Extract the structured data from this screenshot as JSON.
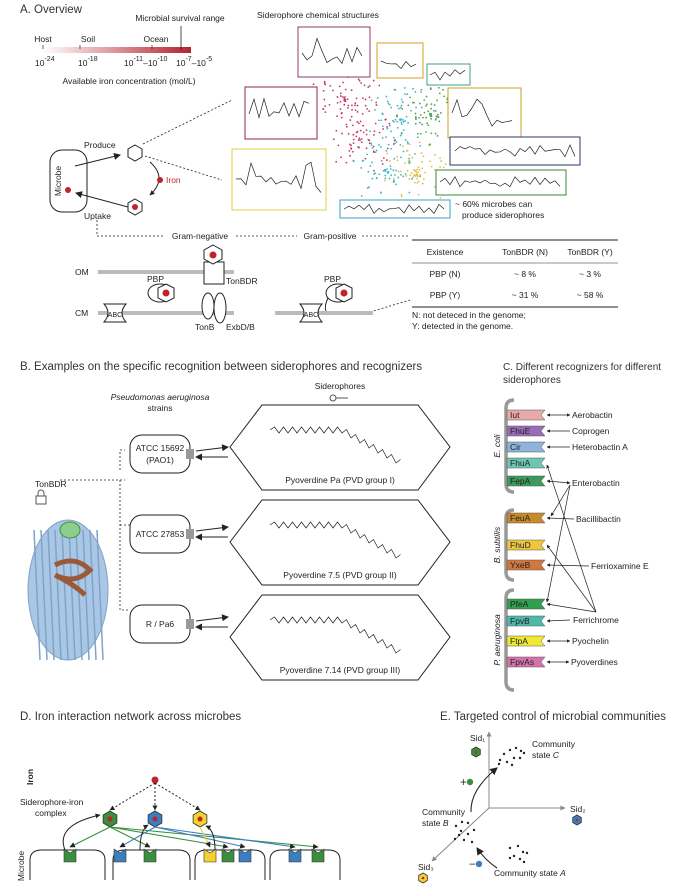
{
  "panelA": {
    "title": "A. Overview",
    "survival_label": "Microbial survival range",
    "habitats": [
      "Host",
      "Soil",
      "Ocean"
    ],
    "ticks": [
      {
        "b1": "10",
        "e1": "-24"
      },
      {
        "b1": "10",
        "e1": "-18"
      },
      {
        "b1": "10",
        "e1": "-11",
        "sep": "–",
        "b2": "10",
        "e2": "-10"
      },
      {
        "b1": "10",
        "e1": "-7",
        "sep": "–",
        "b2": "10",
        "e2": "-5"
      }
    ],
    "axis_label": "Available iron concentration (mol/L)",
    "structures_title": "Siderophore chemical structures",
    "fraction_note_1": "~ 60% microbes can",
    "fraction_note_2": "produce siderophores",
    "microbe": "Microbe",
    "produce": "Produce",
    "uptake": "Uptake",
    "iron": "Iron",
    "gram_negative": "Gram-negative",
    "gram_positive": "Gram-positive",
    "om": "OM",
    "cm": "CM",
    "pbp": "PBP",
    "tonbdr": "TonBDR",
    "abc": "ABC",
    "tonb": "TonB",
    "exbdb": "ExbD/B",
    "table": {
      "headers": [
        "Existence",
        "TonBDR (N)",
        "TonBDR (Y)"
      ],
      "rows": [
        [
          "PBP (N)",
          "~ 8 %",
          "~ 3 %"
        ],
        [
          "PBP (Y)",
          "~ 31 %",
          "~ 58 %"
        ]
      ],
      "note_1": "N: not deteced in the genome;",
      "note_2": "Y: detected in the genome."
    },
    "colors": {
      "iron": "#c0242b",
      "gradient_end": "#b5242f"
    }
  },
  "panelB": {
    "title": "B. Examples on the specific recognition between siderophores and recognizers",
    "siderophores_label": "Siderophores",
    "species_1": "Pseudomonas aeruginosa",
    "species_2": "strains",
    "tonbdr": "TonBDR",
    "strains": [
      {
        "l1": "ATCC 15692",
        "l2": "(PAO1)"
      },
      {
        "l1": "ATCC 27853",
        "l2": ""
      },
      {
        "l1": "R / Pa6",
        "l2": ""
      }
    ],
    "pyoverdines": [
      "Pyoverdine Pa (PVD group I)",
      "Pyoverdine 7.5 (PVD group II)",
      "Pyoverdine 7.14 (PVD group III)"
    ]
  },
  "panelC": {
    "title_1": "C. Different recognizers for different",
    "title_2": "siderophores",
    "species": [
      "E. coli",
      "B. subtilis",
      "P. aeruginosa"
    ],
    "recognizers": [
      {
        "name": "Iut",
        "color": "#e8a9a9"
      },
      {
        "name": "FhuE",
        "color": "#9a6cb8"
      },
      {
        "name": "Cir",
        "color": "#8fb4dc"
      },
      {
        "name": "FhuA",
        "color": "#6cc6b2"
      },
      {
        "name": "FepA",
        "color": "#3c9b5c"
      },
      {
        "name": "FeuA",
        "color": "#c98a2c"
      },
      {
        "name": "FhuD",
        "color": "#ecc83e"
      },
      {
        "name": "YxeB",
        "color": "#d3763c"
      },
      {
        "name": "PfeA",
        "color": "#2f9f50"
      },
      {
        "name": "FpvB",
        "color": "#4fb9a9"
      },
      {
        "name": "FtpA",
        "color": "#f1e834"
      },
      {
        "name": "FpvAs",
        "color": "#d472ab"
      }
    ],
    "siderophores": [
      "Aerobactin",
      "Coprogen",
      "Heterobactin A",
      "Enterobactin",
      "Bacillibactin",
      "Ferrioxamine E",
      "Ferrichrome",
      "Pyochelin",
      "Pyoverdines"
    ]
  },
  "panelD": {
    "title": "D. Iron interaction network across microbes",
    "iron": "Iron",
    "complex_1": "Siderophore-iron",
    "complex_2": "complex",
    "microbe": "Microbe",
    "colors": {
      "green": "#3a8f3e",
      "blue": "#3b7fc0",
      "yellow": "#f2d22e"
    }
  },
  "panelE": {
    "title": "E. Targeted control of microbial communities",
    "sid1": "Sid₁",
    "sid2": "Sid₂",
    "sid3": "Sid₃",
    "plus": "+",
    "minus": "−",
    "state_c_1": "Community",
    "state_c_2": "state",
    "state_c_letter": "C",
    "state_b_1": "Community",
    "state_b_2": "state",
    "state_b_letter": "B",
    "state_a": "Community state",
    "state_a_letter": "A"
  }
}
